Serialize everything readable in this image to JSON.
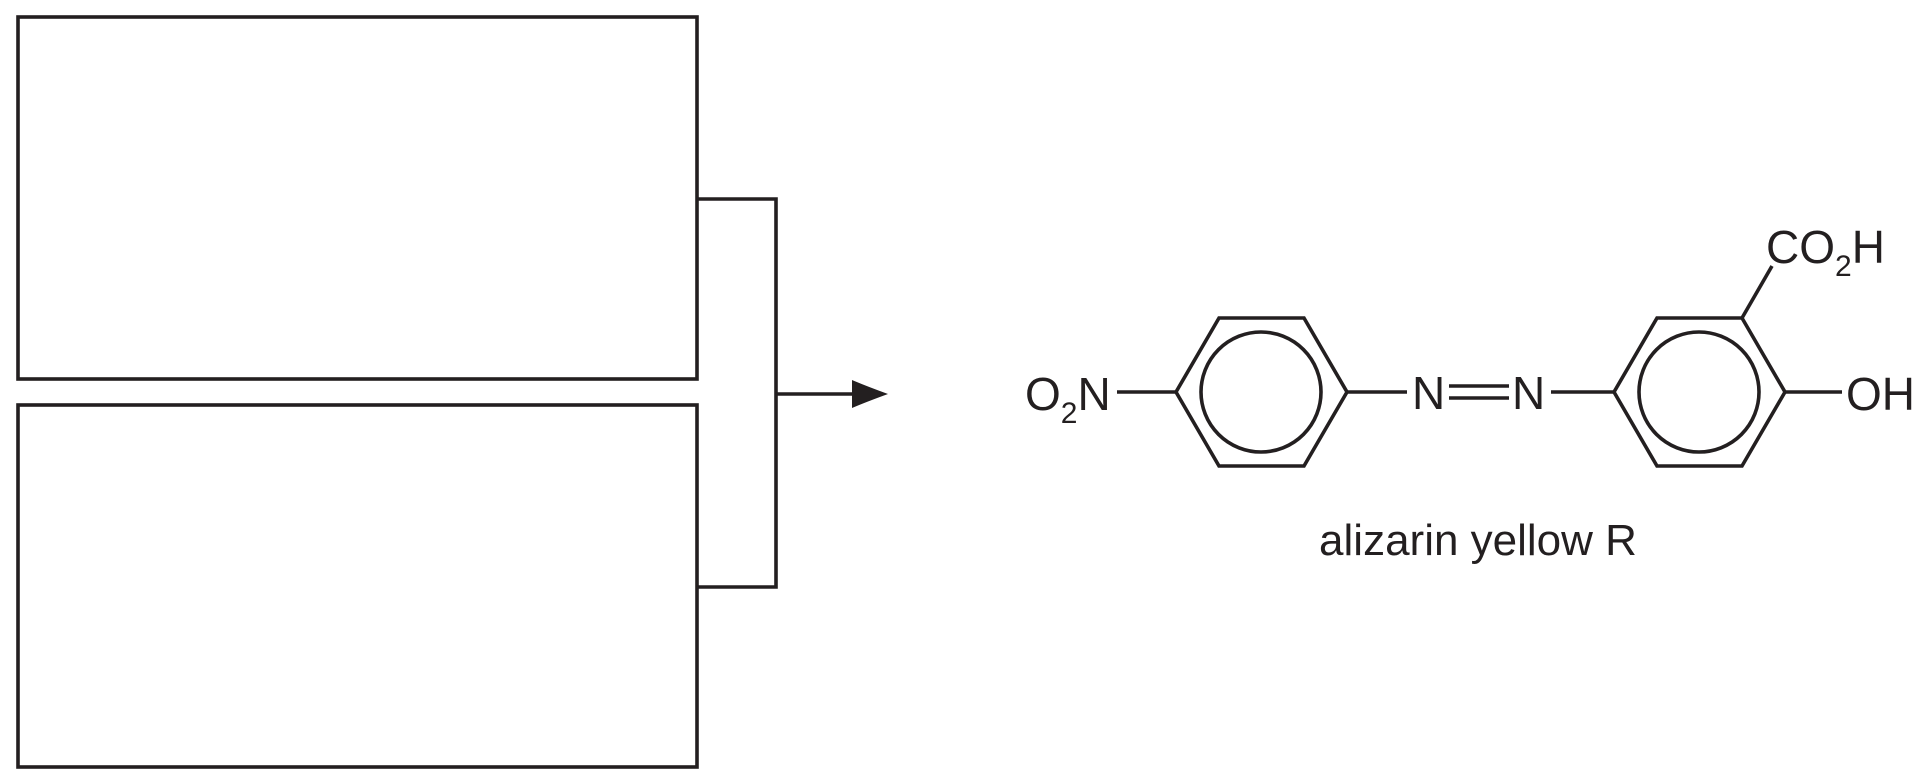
{
  "reaction_scheme": {
    "reactant_boxes": [
      {
        "label": ""
      },
      {
        "label": ""
      }
    ],
    "product": {
      "name": "alizarin yellow R",
      "groups": {
        "nitro": {
          "main": "O",
          "sub": "2",
          "tail": "N"
        },
        "azo_left": "N",
        "azo_right": "N",
        "carboxyl": {
          "main": "CO",
          "sub": "2",
          "tail": "H"
        },
        "hydroxyl": "OH"
      }
    }
  },
  "colors": {
    "ink": "#231f20",
    "background": "#ffffff"
  }
}
